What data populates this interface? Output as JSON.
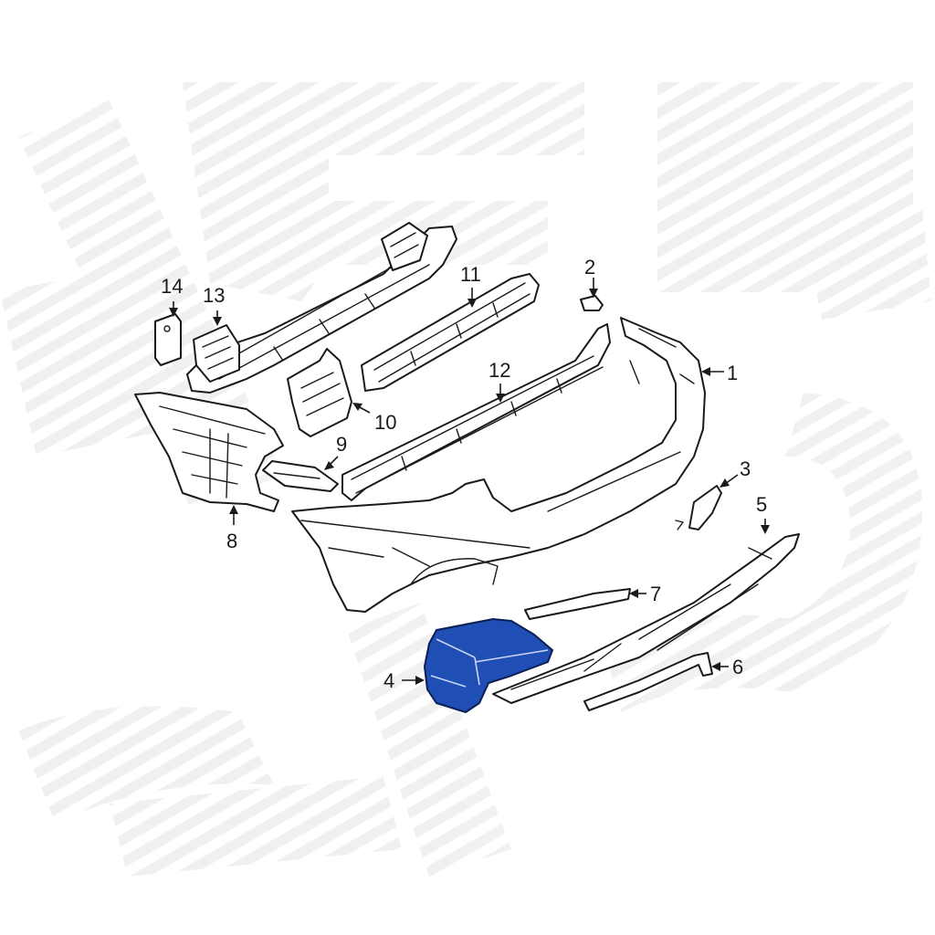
{
  "diagram": {
    "highlight_color": "#1f4fb5",
    "line_color": "#1a1a1a",
    "background": "#ffffff",
    "callouts": [
      {
        "id": "1",
        "label": "1"
      },
      {
        "id": "2",
        "label": "2"
      },
      {
        "id": "3",
        "label": "3"
      },
      {
        "id": "4",
        "label": "4"
      },
      {
        "id": "5",
        "label": "5"
      },
      {
        "id": "6",
        "label": "6"
      },
      {
        "id": "7",
        "label": "7"
      },
      {
        "id": "8",
        "label": "8"
      },
      {
        "id": "9",
        "label": "9"
      },
      {
        "id": "10",
        "label": "10"
      },
      {
        "id": "11",
        "label": "11"
      },
      {
        "id": "12",
        "label": "12"
      },
      {
        "id": "13",
        "label": "13"
      },
      {
        "id": "14",
        "label": "14"
      }
    ],
    "highlighted_part": "4"
  }
}
